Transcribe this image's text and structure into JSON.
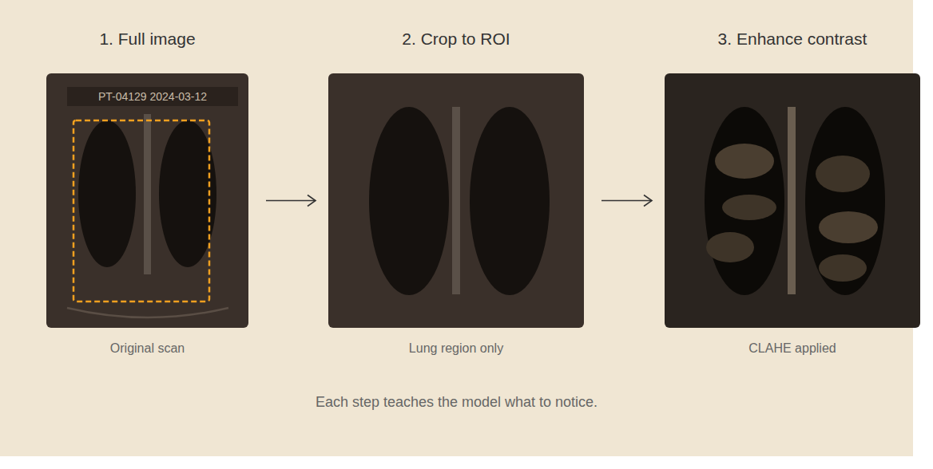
{
  "diagram": {
    "caption": "Each step teaches the model what to notice.",
    "nodes": [
      {
        "text": [
          "1. Full image",
          "Original scan"
        ]
      },
      {
        "text": [
          "PT-04129 2024-03-12"
        ],
        "in": 0
      },
      {
        "text": [
          "2. Crop to ROI",
          "Lung region only"
        ]
      },
      {
        "text": [
          "3. Enhance contrast",
          "CLAHE applied"
        ]
      }
    ],
    "edges": [
      {
        "from": 0,
        "to": 2,
        "arrow": "to"
      },
      {
        "from": 2,
        "to": 3,
        "arrow": "to"
      }
    ]
  }
}
